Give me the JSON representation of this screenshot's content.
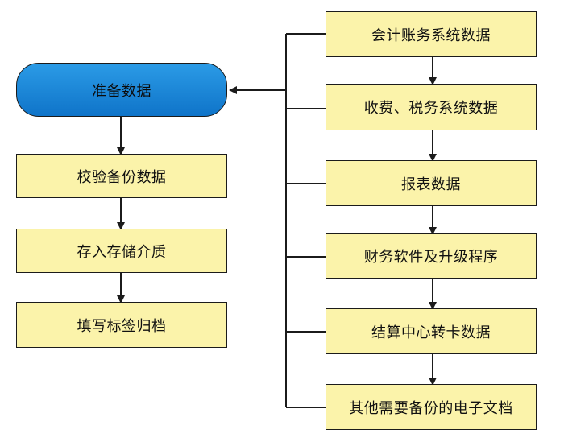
{
  "colors": {
    "start_fill": "#1481d8",
    "box_fill": "#fbf3aa",
    "line": "#1b1b1b"
  },
  "left_flow": {
    "start": "准备数据",
    "steps": [
      "校验备份数据",
      "存入存储介质",
      "填写标签归档"
    ]
  },
  "right_flow": {
    "items": [
      "会计账务系统数据",
      "收费、税务系统数据",
      "报表数据",
      "财务软件及升级程序",
      "结算中心转卡数据",
      "其他需要备份的电子文档"
    ]
  }
}
